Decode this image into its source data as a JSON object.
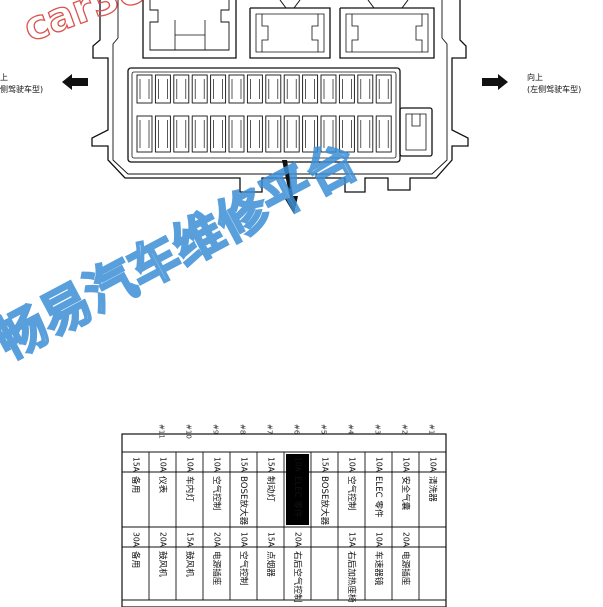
{
  "colors": {
    "ink": "#111111",
    "watermark": "#3b8fd6",
    "highlight": "#000000"
  },
  "top_diagram": {
    "left_label": [
      "上",
      "侧驾驶车型)"
    ],
    "right_label": [
      "向上",
      "(左侧驾驶车型)"
    ],
    "watermark_site": "car3c",
    "watermark_cn": "畅易汽车维修平台"
  },
  "fuse_table": {
    "columns": [
      {
        "num": "#1",
        "amp_top": "10A",
        "label_top": "清洗器",
        "amp_bottom": "",
        "label_bottom": ""
      },
      {
        "num": "#2",
        "amp_top": "10A",
        "label_top": "安全气囊",
        "amp_bottom": "20A",
        "label_bottom": "电源插座"
      },
      {
        "num": "#3",
        "amp_top": "10A",
        "label_top": "ELEC 零件",
        "amp_bottom": "10A",
        "label_bottom": "车速器镜"
      },
      {
        "num": "#4",
        "amp_top": "10A",
        "label_top": "空气控制",
        "amp_bottom": "15A",
        "label_bottom": "右后加热座椅"
      },
      {
        "num": "#5",
        "amp_top": "15A",
        "label_top": "BOSE放大器",
        "amp_bottom": "",
        "label_bottom": ""
      },
      {
        "num": "#6",
        "amp_top": "10A",
        "label_top": "ELEC 零件",
        "amp_bottom": "20A",
        "label_bottom": "右后空气控制",
        "highlight": true
      },
      {
        "num": "#7",
        "amp_top": "15A",
        "label_top": "制动灯",
        "amp_bottom": "15A",
        "label_bottom": "点烟器"
      },
      {
        "num": "#8",
        "amp_top": "15A",
        "label_top": "BOSE放大器",
        "amp_bottom": "10A",
        "label_bottom": "空气控制"
      },
      {
        "num": "#9",
        "amp_top": "10A",
        "label_top": "空气控制",
        "amp_bottom": "20A",
        "label_bottom": "电源插座"
      },
      {
        "num": "#10",
        "amp_top": "10A",
        "label_top": "车内灯",
        "amp_bottom": "15A",
        "label_bottom": "鼓风机"
      },
      {
        "num": "#11",
        "amp_top": "10A",
        "label_top": "仪表",
        "amp_bottom": "20A",
        "label_bottom": "鼓风机"
      },
      {
        "num": "",
        "amp_top": "15A",
        "label_top": "备用",
        "amp_bottom": "30A",
        "label_bottom": "备用"
      }
    ]
  }
}
